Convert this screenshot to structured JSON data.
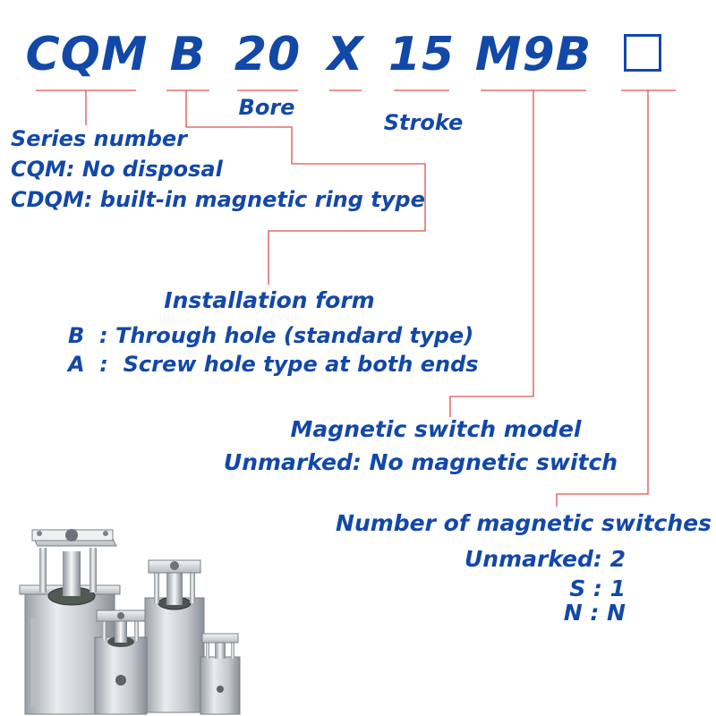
{
  "model_code": {
    "series": "CQM",
    "mount": "B",
    "bore": "20",
    "separator": "X",
    "stroke": "15",
    "switch_model": "M9B"
  },
  "labels": {
    "bore": "Bore",
    "stroke": "Stroke"
  },
  "series_block": {
    "title": "Series number",
    "line1": "CQM: No disposal",
    "line2": "CDQM: built-in magnetic ring type"
  },
  "installation_block": {
    "title": "Installation form",
    "line1": "B  : Through hole (standard type)",
    "line2": "A  :  Screw hole type at both ends"
  },
  "switch_model_block": {
    "title": "Magnetic switch model",
    "line1": "Unmarked: No magnetic switch"
  },
  "switch_count_block": {
    "title": "Number of magnetic switches",
    "line1": "Unmarked: 2",
    "line2": "S : 1",
    "line3": "N : N"
  },
  "colors": {
    "text": "#1248a8",
    "leader_lines": "#d9534f"
  }
}
